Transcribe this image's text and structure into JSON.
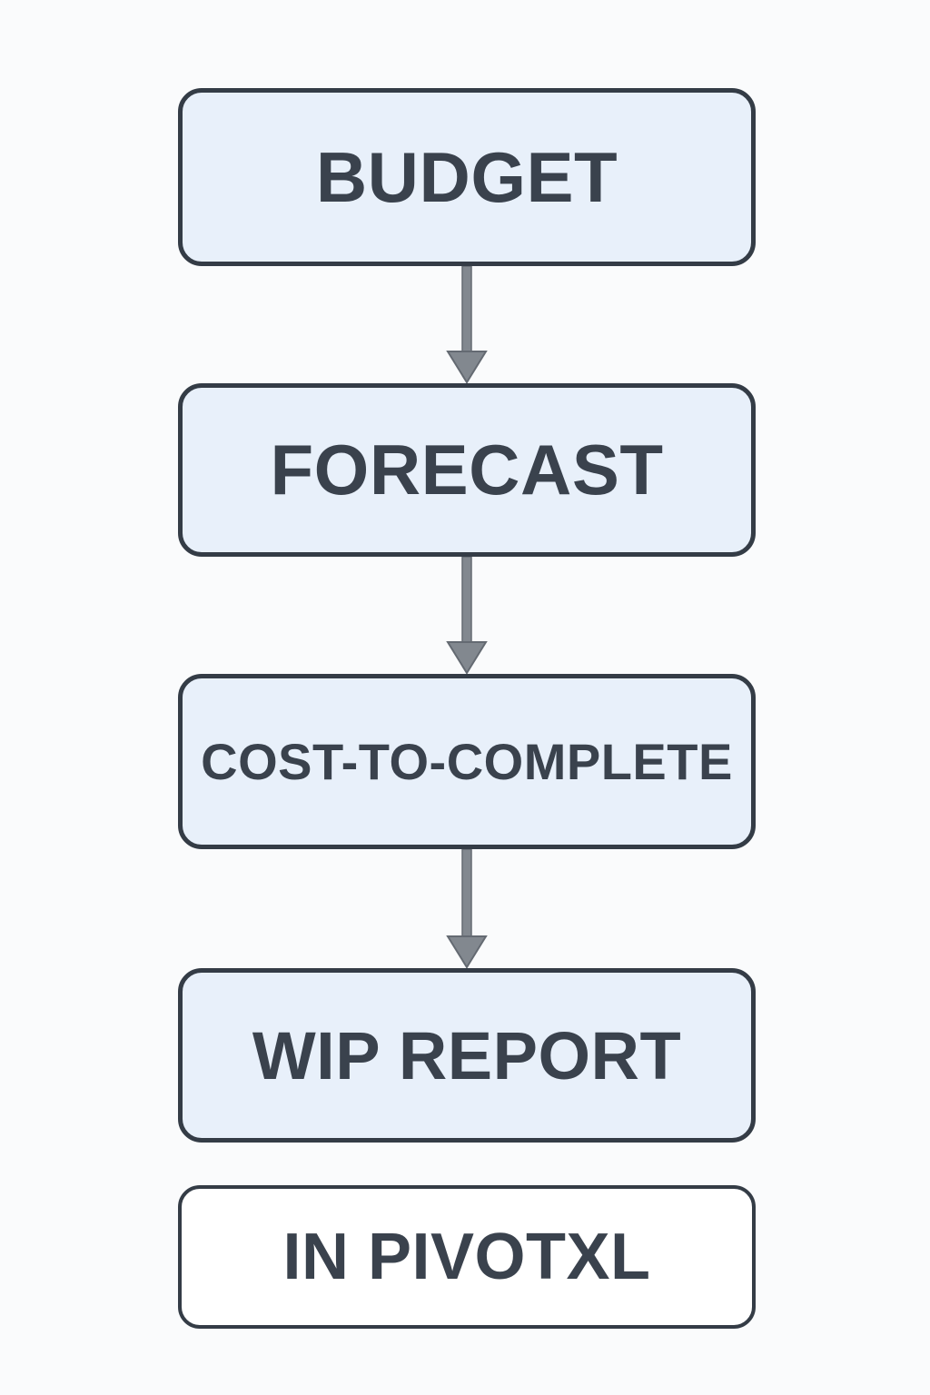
{
  "theme": {
    "background": "#fafbfc",
    "node_fill": "#e8f0fa",
    "node_plain_fill": "#ffffff",
    "border_color": "#343c46",
    "text_color": "#3a424d",
    "arrow_color": "#82888f",
    "arrow_stroke": "#646a72"
  },
  "diagram": {
    "type": "flowchart",
    "direction": "top-to-bottom",
    "nodes": [
      {
        "id": "budget",
        "label": "BUDGET",
        "style": "filled"
      },
      {
        "id": "forecast",
        "label": "FORECAST",
        "style": "filled"
      },
      {
        "id": "cost-to-complete",
        "label": "COST-TO-COMPLETE",
        "style": "filled"
      },
      {
        "id": "wip-report",
        "label": "WIP REPORT",
        "style": "filled"
      },
      {
        "id": "in-pivotxl",
        "label": "IN PIVOTXL",
        "style": "plain"
      }
    ],
    "connections": [
      {
        "from": "budget",
        "to": "forecast",
        "arrow": true
      },
      {
        "from": "forecast",
        "to": "cost-to-complete",
        "arrow": true
      },
      {
        "from": "cost-to-complete",
        "to": "wip-report",
        "arrow": true
      },
      {
        "from": "wip-report",
        "to": "in-pivotxl",
        "arrow": false
      }
    ]
  }
}
